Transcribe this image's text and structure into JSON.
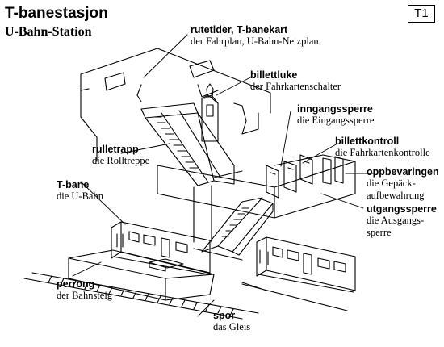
{
  "header": {
    "title_no": "T-banestasjon",
    "title_de": "U-Bahn-Station",
    "code": "T1"
  },
  "labels": {
    "rutetider": {
      "no": "rutetider, T-banekart",
      "de": "der Fahrplan, U-Bahn-Netzplan"
    },
    "billettluke": {
      "no": "billettluke",
      "de": "der Fahrkartenschalter"
    },
    "inngangssperre": {
      "no": "inngangssperre",
      "de": "die Eingangssperre"
    },
    "billettkontroll": {
      "no": "billettkontroll",
      "de": "die Fahrkartenkontrolle"
    },
    "oppbevaringen": {
      "no": "oppbevaringen",
      "de1": "die Gepäck-",
      "de2": "aufbewahrung"
    },
    "utgangssperre": {
      "no": "utgangssperre",
      "de1": "die Ausgangs-",
      "de2": "sperre"
    },
    "rulletrapp": {
      "no": "rulletrapp",
      "de": "die Rolltreppe"
    },
    "tbane": {
      "no": "T-bane",
      "de": "die U-Bahn"
    },
    "perrong": {
      "no": "perrong",
      "de": "der Bahnsteig"
    },
    "spor": {
      "no": "spor",
      "de": "das Gleis"
    }
  },
  "colors": {
    "ink": "#000000",
    "paper": "#ffffff"
  }
}
